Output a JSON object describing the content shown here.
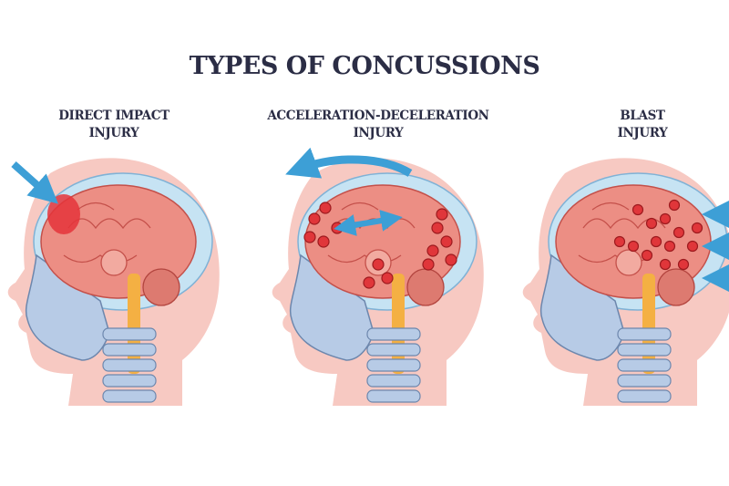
{
  "title": "TYPES OF CONCUSSIONS",
  "panels": [
    {
      "line1": "DIRECT IMPACT",
      "line2": "INJURY"
    },
    {
      "line1": "ACCELERATION-DECELERATION",
      "line2": "INJURY"
    },
    {
      "line1": "BLAST",
      "line2": "INJURY"
    }
  ],
  "colors": {
    "text": "#2b2d45",
    "skin": "#f7c9c2",
    "brain": "#ec8e84",
    "csf": "#c6e3f3",
    "skull": "#b7cbe6",
    "spine": "#f4b043",
    "arrow": "#3d9fd6",
    "lesion": "#e0363a"
  }
}
